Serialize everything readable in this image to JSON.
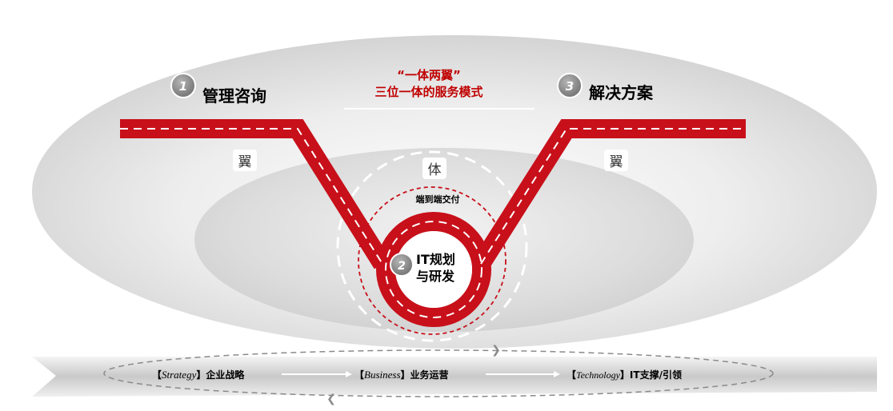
{
  "title": {
    "line1": "“一体两翼”",
    "line2": "三位一体的服务模式"
  },
  "stages": [
    {
      "number": "1",
      "label": "管理咨询"
    },
    {
      "number": "2",
      "label_line1": "IT规划",
      "label_line2": "与研发"
    },
    {
      "number": "3",
      "label": "解决方案"
    }
  ],
  "tags": {
    "wing_left": "翼",
    "body": "体",
    "wing_right": "翼",
    "end_to_end": "端到端交付"
  },
  "bottom_flow": [
    {
      "bracketed": "Strategy",
      "text": "企业战略"
    },
    {
      "bracketed": "Business",
      "text": "业务运营"
    },
    {
      "bracketed": "Technology",
      "text": "IT支撑/引领"
    }
  ],
  "colors": {
    "road_red": "#c8101a",
    "title_red": "#c00000",
    "badge_gray": "#8a8a8a"
  }
}
